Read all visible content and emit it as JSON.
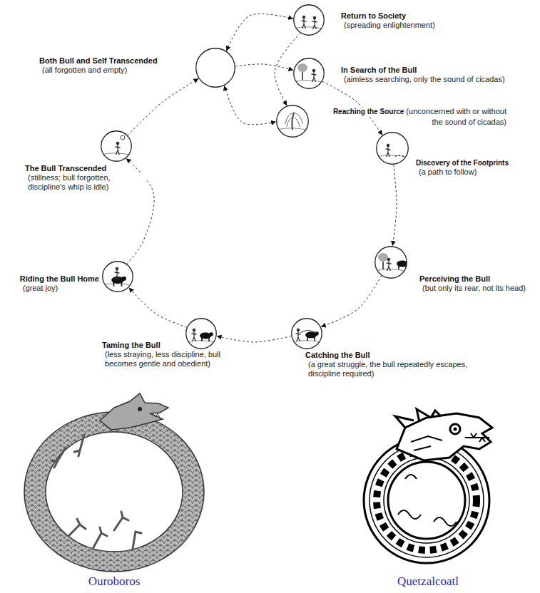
{
  "diagram": {
    "nodes": [
      {
        "text": [
          "In Search of the Bull",
          "(aimless searching, only the sound of cicadas)"
        ]
      },
      {
        "text": [
          "Discovery of the Footprints",
          "(a path to follow)"
        ]
      },
      {
        "text": [
          "Perceiving the Bull",
          "(but only its rear, not its head)"
        ]
      },
      {
        "text": [
          "Catching the Bull",
          "(a great struggle, the bull repeatedly escapes, discipline required)"
        ]
      },
      {
        "text": [
          "Taming the Bull",
          "(less straying, less discipline, bull becomes gentle and obedient)"
        ]
      },
      {
        "text": [
          "Riding the Bull Home",
          "(great joy)"
        ]
      },
      {
        "text": [
          "The Bull Transcended",
          "(stillness; bull forgotten, discipline's whip is idle)"
        ]
      },
      {
        "text": [
          "Both Bull and Self Transcended",
          "(all forgotten and empty)"
        ]
      },
      {
        "text": [
          "Reaching the Source",
          "(unconcerned with or without the sound of cicadas)"
        ]
      },
      {
        "text": [
          "Return to Society",
          "(spreading enlightenment)"
        ]
      }
    ],
    "edges": [
      {
        "from": 0,
        "to": 1,
        "arrow": "to"
      },
      {
        "from": 1,
        "to": 2,
        "arrow": "to"
      },
      {
        "from": 2,
        "to": 3,
        "arrow": "to"
      },
      {
        "from": 3,
        "to": 4,
        "arrow": "to"
      },
      {
        "from": 4,
        "to": 5,
        "arrow": "to"
      },
      {
        "from": 5,
        "to": 6,
        "arrow": "to"
      },
      {
        "from": 6,
        "to": 7,
        "arrow": "to"
      },
      {
        "from": 7,
        "to": 0,
        "arrow": "to"
      },
      {
        "from": 7,
        "to": 9,
        "arrow": "both"
      },
      {
        "from": 7,
        "to": 8,
        "arrow": "both"
      },
      {
        "from": 9,
        "to": 8,
        "arrow": "to"
      }
    ],
    "labels": [
      "Ouroboros",
      "Quetzalcoatl"
    ]
  }
}
